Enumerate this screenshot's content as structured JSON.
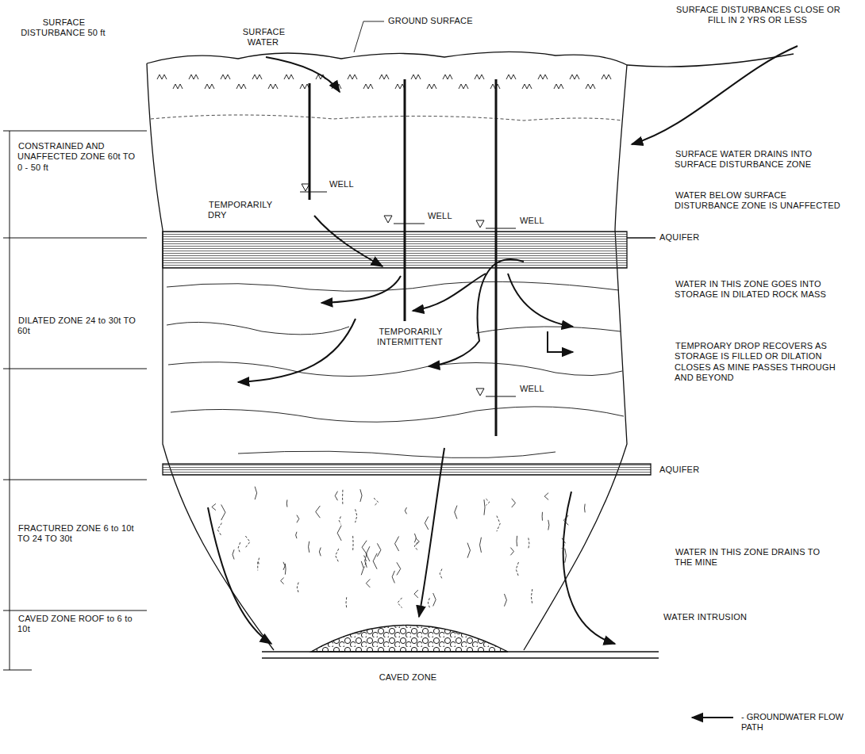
{
  "diagram": {
    "labels": [
      "SURFACE DISTURBANCES CLOSE OR FILL IN 2 YRS OR LESS",
      "SURFACE DISTURBANCE 50 ft",
      "SURFACE WATER",
      "GROUND SURFACE",
      "SURFACE WATER DRAINS INTO SURFACE DISTURBANCE ZONE",
      "CONSTRAINED AND UNAFFECTED ZONE 60t TO 0 - 50 ft",
      "WATER BELOW SURFACE DISTURBANCE ZONE IS UNAFFECTED",
      "WELL",
      "TEMPORARILY DRY",
      "WELL",
      "WELL",
      "AQUIFER",
      "WATER IN THIS ZONE GOES INTO STORAGE IN DILATED ROCK MASS",
      "DILATED ZONE 24 to 30t TO 60t",
      "TEMPORARILY INTERMITTENT",
      "TEMPROARY DROP RECOVERS AS STORAGE IS FILLED OR DILATION CLOSES AS MINE PASSES THROUGH AND BEYOND",
      "WELL",
      "AQUIFER",
      "FRACTURED ZONE 6 to 10t TO 24 TO 30t",
      "WATER IN THIS ZONE DRAINS TO THE MINE",
      "CAVED ZONE ROOF to 6 to 10t",
      "WATER INTRUSION",
      "CAVED ZONE"
    ],
    "legend": [
      {
        "text": "- GROUNDWATER FLOW PATH"
      }
    ]
  }
}
